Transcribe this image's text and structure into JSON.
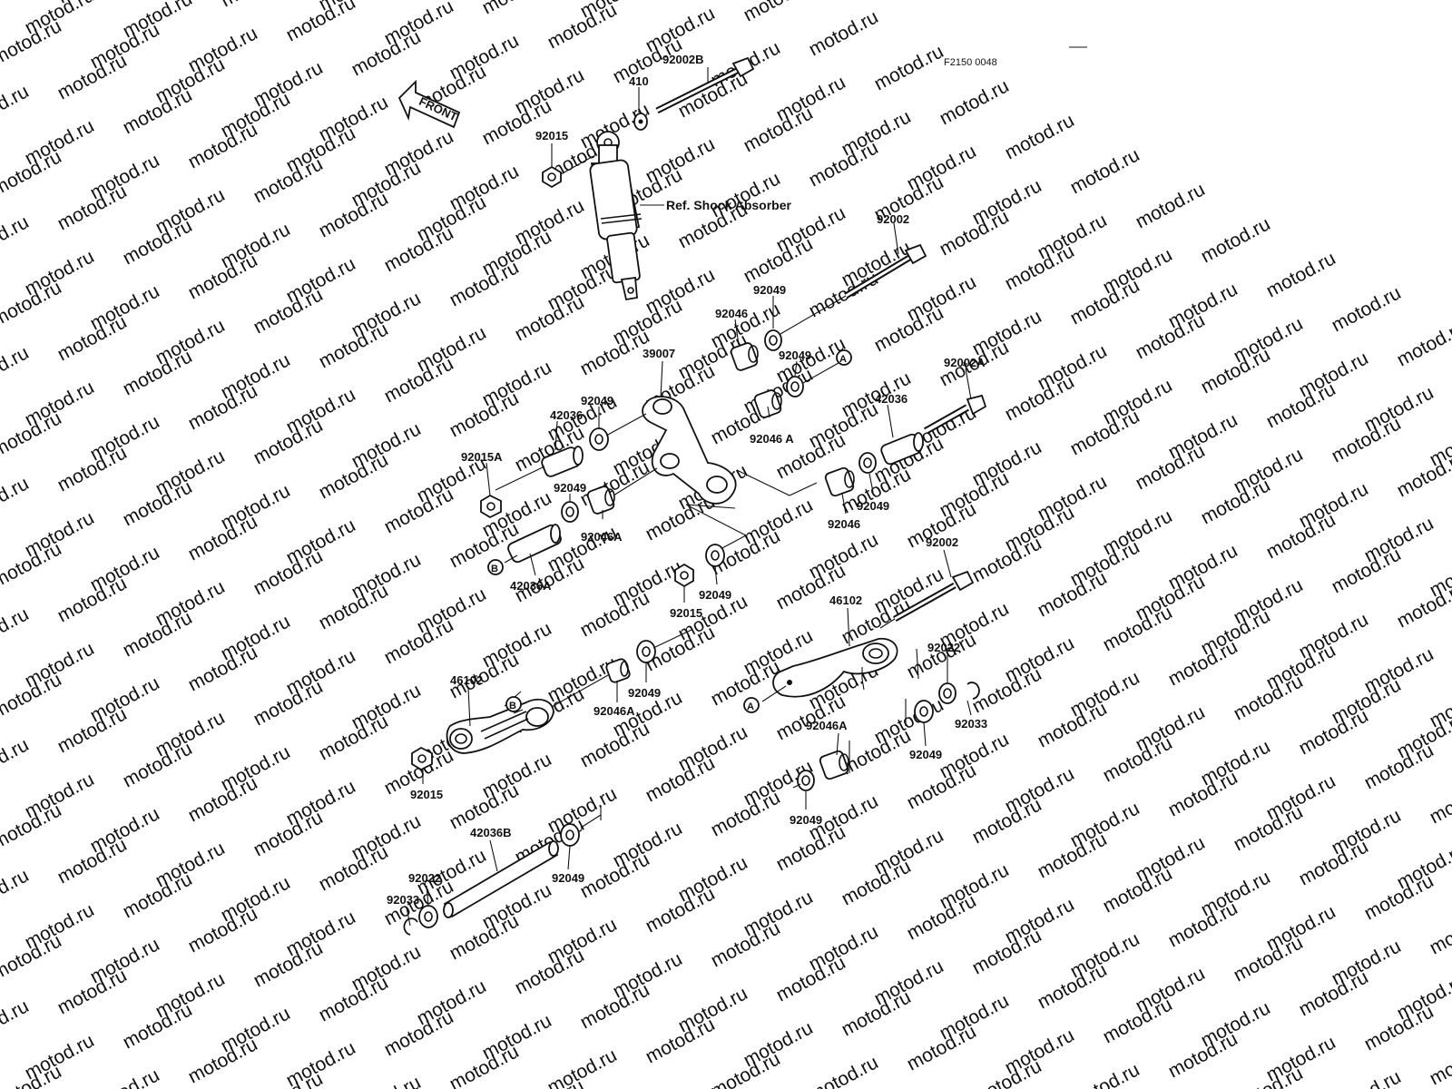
{
  "drawing_code": "F2150 0048",
  "front_label": "FRONT",
  "shock_ref_label": "Ref. Shock Absorber",
  "watermark_text": "motod.ru",
  "ink_color": "#111111",
  "watermark_color": "#dcdcdc",
  "parts": {
    "p92002B": "92002B",
    "p410": "410",
    "p92015_top": "92015",
    "p92002_top": "92002",
    "p92049_a": "92049",
    "p92046_a": "92046",
    "p92049_b": "92049",
    "p39007": "39007",
    "p92049_c": "92049",
    "p42036_left": "42036",
    "p92046A_mid": "92046 A",
    "p42036_right": "42036",
    "p92002A": "92002A",
    "p92015A": "92015A",
    "p92049_d": "92049",
    "p92046A_left": "92046A",
    "p92049_e": "92049",
    "p92046_right": "92046",
    "p42036A": "42036A",
    "p92015_mid": "92015",
    "p92049_f": "92049",
    "p92002_lower": "92002",
    "p46102_right": "46102",
    "p92022_right": "92022",
    "p92033_right": "92033",
    "p92049_g": "92049",
    "p46102_left": "46102",
    "p92049_h": "92049",
    "p92046A_lower": "92046A",
    "p92015_lower": "92015",
    "p92046A_right": "92046A",
    "p92049_i": "92049",
    "p42036B": "42036B",
    "p92049_j": "92049",
    "p92022_left": "92022",
    "p92033_left": "92033"
  },
  "markers": {
    "A": "A",
    "B": "B"
  }
}
